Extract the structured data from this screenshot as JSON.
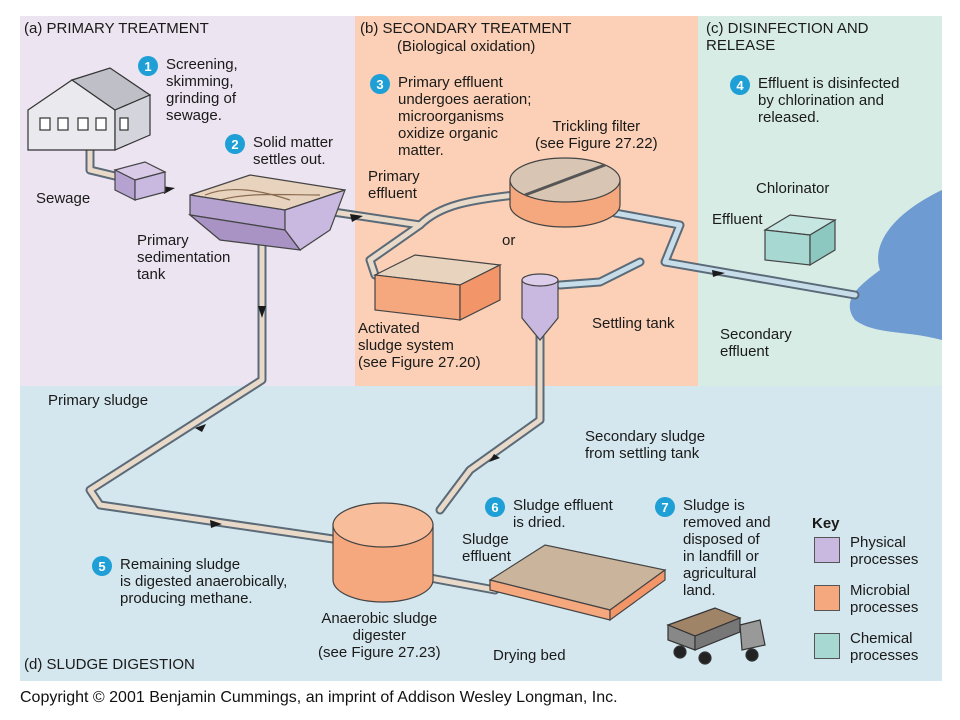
{
  "sections": {
    "a": "(a) PRIMARY TREATMENT",
    "b": "(b) SECONDARY TREATMENT",
    "b_sub": "(Biological oxidation)",
    "c": "(c) DISINFECTION AND\nRELEASE",
    "d": "(d) SLUDGE DIGESTION"
  },
  "steps": [
    {
      "num": "1",
      "text": "Screening,\nskimming,\ngrinding of\nsewage."
    },
    {
      "num": "2",
      "text": "Solid matter\nsettles out."
    },
    {
      "num": "3",
      "text": "Primary effluent\nundergoes aeration;\nmicroorganisms\noxidize organic\nmatter."
    },
    {
      "num": "4",
      "text": "Effluent is disinfected\nby chlorination and\nreleased."
    },
    {
      "num": "5",
      "text": "Remaining sludge\nis digested anaerobically,\nproducing methane."
    },
    {
      "num": "6",
      "text": "Sludge effluent\nis dried."
    },
    {
      "num": "7",
      "text": "Sludge is\nremoved and\ndisposed of\nin landfill or\nagricultural\nland."
    }
  ],
  "labels": {
    "sewage": "Sewage",
    "primary_tank": "Primary\nsedimentation\ntank",
    "primary_effluent": "Primary\neffluent",
    "trickling_filter": "Trickling filter\n(see Figure 27.22)",
    "or": "or",
    "effluent": "Effluent",
    "chlorinator": "Chlorinator",
    "activated_sludge": "Activated\nsludge system\n(see Figure 27.20)",
    "settling_tank": "Settling tank",
    "secondary_effluent": "Secondary\neffluent",
    "primary_sludge": "Primary sludge",
    "secondary_sludge": "Secondary sludge\nfrom settling tank",
    "sludge_effluent": "Sludge\neffluent",
    "digester": "Anaerobic sludge\ndigester\n(see Figure 27.23)",
    "drying_bed": "Drying bed"
  },
  "key": {
    "title": "Key",
    "items": [
      {
        "label": "Physical\nprocesses",
        "color": "#c9b8e0"
      },
      {
        "label": "Microbial\nprocesses",
        "color": "#f5a77e"
      },
      {
        "label": "Chemical\nprocesses",
        "color": "#a8d8d2"
      }
    ]
  },
  "colors": {
    "panel_a": "#ece4f0",
    "panel_b": "#fbd0b6",
    "panel_c": "#d8ece6",
    "panel_d": "#d5e7ee",
    "water": "#6e9bd1",
    "step_badge": "#1e9fd6"
  },
  "copyright": "Copyright © 2001 Benjamin Cummings, an imprint of Addison Wesley Longman, Inc."
}
